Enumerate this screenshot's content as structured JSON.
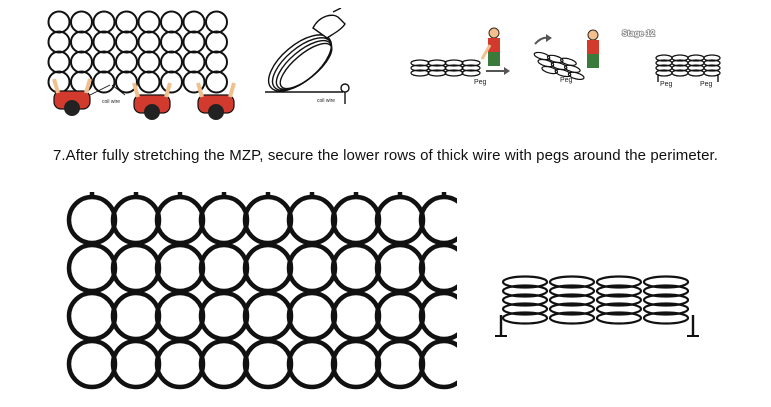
{
  "instruction": "7.After fully stretching the MZP, secure the lower rows of thick wire with pegs around the perimeter.",
  "stage_badge": "Stage 12",
  "labels": {
    "bottom_wire_a": "coil wire",
    "bottom_wire_b": "coil wire",
    "peg_left": "Peg",
    "peg_mid": "Peg",
    "peg_right": "Peg"
  },
  "colors": {
    "ink": "#111111",
    "shirt": "#d23a2e",
    "skin": "#f1c08e",
    "hair": "#3a2a1e",
    "pants": "#3a7a3a",
    "arrow": "#555555"
  }
}
